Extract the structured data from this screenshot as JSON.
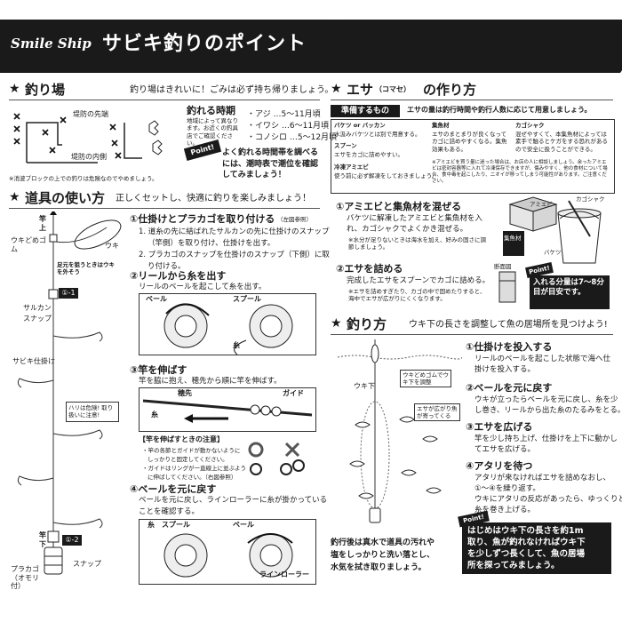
{
  "header": {
    "logo_text": "Smile Ship",
    "title": "サビキ釣りのポイント"
  },
  "fishing_spot": {
    "heading": "釣り場",
    "subtitle": "釣り場はきれいに！ごみは必ず持ち帰りましょう。",
    "label_pier_tip": "堤防の先端",
    "label_pier_inside": "堤防の内側",
    "note_blocks": "※消波ブロックの上での釣りは危険なのでやめましょう。",
    "season_heading": "釣れる時期",
    "season_note": "地域によって異なります。お近くの釣具店でご確認ください。",
    "seasons": [
      "・アジ …5～11月頃",
      "・イワシ …6～11月頃",
      "・コノシロ …5～12月頃"
    ],
    "point_label": "Point!",
    "point_text": "よく釣れる時間帯を調べるには、潮時表で潮位を確認してみましょう！"
  },
  "tools": {
    "heading": "道具の使い方",
    "subtitle": "正しくセットし、快適に釣りを楽しみましょう！",
    "diagram_labels": {
      "up": "竿",
      "up_dir": "上",
      "float_stopper": "ウキどめゴム",
      "float": "ウキ",
      "depth_note": "足元を狙うときはウキを外そう",
      "swivel": "サルカン",
      "snap": "スナップ",
      "rig": "サビキ仕掛け",
      "hook_warning": "ハリは危険! 取り扱いに注意!",
      "down": "竿",
      "down_dir": "下",
      "feeder": "プラカゴ（オモリ付）",
      "snap2": "スナップ",
      "marker1": "①-1",
      "marker2": "①-2"
    },
    "steps": [
      {
        "title": "①仕掛けとプラカゴを取り付ける",
        "title_note": "（左図参照）",
        "lines": [
          "1. 道糸の先に結ばれたサルカンの先に仕掛けのスナップ",
          "（竿側）を取り付け、仕掛けを出す。",
          "2. プラカゴのスナップを仕掛けのスナップ（下側）に取",
          "り付ける。"
        ]
      },
      {
        "title": "②リールから糸を出す",
        "lines": [
          "リールのベールを起こして糸を出す。"
        ],
        "labels": [
          "ベール",
          "スプール",
          "糸"
        ]
      },
      {
        "title": "③竿を伸ばす",
        "lines": [
          "竿を脇に抱え、穂先から順に竿を伸ばす。"
        ],
        "labels": [
          "穂先",
          "ガイド",
          "糸"
        ],
        "caution_title": "【竿を伸ばすときの注意】",
        "caution_lines": [
          "・竿の各節とガイドが動かないように",
          "しっかりと固定してください。",
          "・ガイドはリングが一直線上に並ぶよう",
          "に伸ばしてください。（右図参照）"
        ]
      },
      {
        "title": "④ベールを元に戻す",
        "lines": [
          "ベールを元に戻し、ラインローラーに糸が掛かっている",
          "ことを確認する。"
        ],
        "labels": [
          "糸",
          "スプール",
          "ベール",
          "ラインローラー"
        ]
      }
    ]
  },
  "bait": {
    "heading": "エサ",
    "heading_paren": "（コマセ）",
    "heading_tail": "の作り方",
    "prep_label": "準備するもの",
    "prep_note": "エサの量は釣行時間や釣行人数に応じて用意しましょう。",
    "items": [
      {
        "name": "バケツ or バッカン",
        "desc": "水汲みバケツとは別で用意する。"
      },
      {
        "name": "スプーン",
        "desc": "エサをカゴに詰めやすい。"
      },
      {
        "name": "冷凍アミエビ",
        "desc": "使う前に必ず解凍をしておきましょう。"
      },
      {
        "name": "集魚材",
        "desc": "エサのまとまりが良くなってカゴに詰めやすくなる。集魚効果もある。"
      },
      {
        "name": "カゴシャク",
        "desc": "混ぜやすくて、本集魚材によっては素手で触るとケガをする恐れがあるので安全に扱うことができる。"
      }
    ],
    "items_note": "※アミエビを買う量に迷った場合は、お店の人に相談しましょう。余ったアミエビは密封容器等に入れて冷凍保存できますが、傷みやすく、他の食材について場合、食中毒を起こしたり、ニオイが移ってしまう可能性があります。ご注意ください。",
    "steps": [
      {
        "title": "①アミエビと集魚材を混ぜる",
        "lines": [
          "バケツに解凍したアミエビと集魚材を入",
          "れ、カゴシャクでよくかき混ぜる。"
        ],
        "note": "※水分が足りないときは海水を加え、好みの固さに調節しましょう。"
      },
      {
        "title": "②エサを詰める",
        "lines": [
          "完成したエサをスプーンでカゴに詰める。"
        ],
        "note": "※エサを詰めすぎたり、カゴの中で固めたりすると、海中でエサが広がりにくくなります。"
      }
    ],
    "illus_labels": {
      "amiebi": "アミエビ",
      "ladle": "カゴシャク",
      "feed": "集魚材",
      "bucket": "バケツ",
      "cross": "断面図"
    },
    "point_label": "Point!",
    "point_text": "入れる分量は7～8分目が目安です。"
  },
  "technique": {
    "heading": "釣り方",
    "subtitle": "ウキ下の長さを調整して魚の居場所を見つけよう!",
    "diagram_labels": {
      "float_under": "ウキ下",
      "stopper_note": "ウキどめゴムでウキ下を調整",
      "spread_note": "エサが広がり魚が寄ってくる"
    },
    "steps": [
      {
        "title": "①仕掛けを投入する",
        "lines": [
          "リールのベールを起こした状態で海へ仕",
          "掛けを投入する。"
        ]
      },
      {
        "title": "②ベールを元に戻す",
        "lines": [
          "ウキが立ったらベールを元に戻し、糸を少",
          "し巻き、リールから出た糸のたるみをとる。"
        ]
      },
      {
        "title": "③エサを広げる",
        "lines": [
          "竿を少し持ち上げ、仕掛けを上下に動かし",
          "てエサを広げる。"
        ]
      },
      {
        "title": "④アタリを待つ",
        "lines": [
          "アタリが来なければエサを詰めなおし、",
          "①～④を繰り返す。",
          "ウキにアタリの反応があったら、ゆっくりと",
          "糸を巻き上げる。"
        ]
      }
    ],
    "point_label": "Point!",
    "point_text": [
      "はじめはウキ下の長さを約1m",
      "取り、魚が釣れなければウキ下",
      "を少しずつ長くして、魚の居場",
      "所を探ってみましょう。"
    ],
    "after_note": [
      "釣行後は真水で道具の汚れや",
      "塩をしっかりと洗い落とし、",
      "水気を拭き取りましょう。"
    ]
  }
}
